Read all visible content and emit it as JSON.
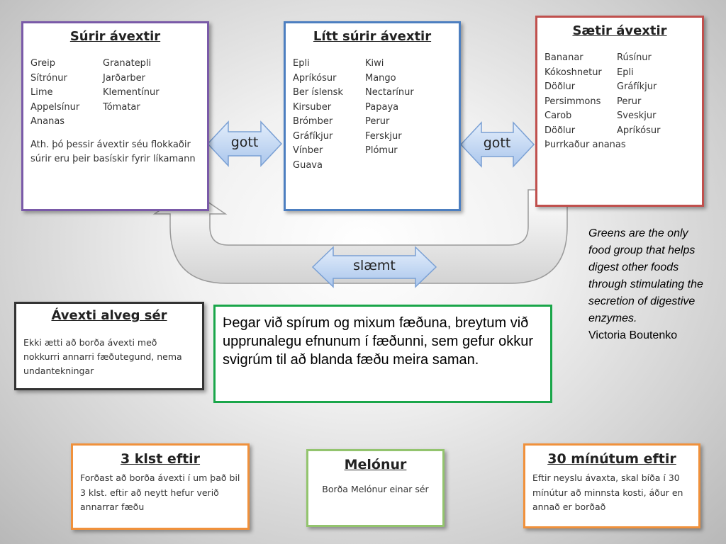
{
  "sour": {
    "title": "Súrir ávextir",
    "col1": [
      "Greip",
      "Sítrónur",
      "Lime",
      "Appelsínur",
      "Ananas"
    ],
    "col2": [
      "Granatepli",
      "Jarðarber",
      "Klementínur",
      "Tómatar"
    ],
    "note": "Ath. þó þessir ávextir séu flokkaðir súrir eru þeir basískir fyrir líkamann"
  },
  "mild": {
    "title": "Lítt súrir ávextir",
    "col1": [
      "Epli",
      "Apríkósur",
      "Ber íslensk",
      "Kirsuber",
      "Brómber",
      "Gráfíkjur",
      "Vínber",
      "Guava"
    ],
    "col2": [
      "Kiwi",
      "Mango",
      "Nectarínur",
      "Papaya",
      "Perur",
      "Ferskjur",
      "Plómur"
    ]
  },
  "sweet": {
    "title": "Sætir ávextir",
    "col1": [
      "Bananar",
      "Kókoshnetur",
      "Döðlur",
      "Persimmons",
      "Carob",
      "Döðlur"
    ],
    "col2": [
      "Rúsínur",
      "Epli",
      "Gráfíkjur",
      "Perur",
      "Sveskjur",
      "Apríkósur"
    ],
    "last": "Þurrkaður ananas"
  },
  "arrows": {
    "left_label": "gott",
    "right_label": "gott",
    "bottom_label": "slæmt"
  },
  "alone": {
    "title": "Ávexti alveg sér",
    "text": "Ekki ætti að borða ávexti með nokkurri annarri fæðutegund, nema undantekningar"
  },
  "center": {
    "text": "Þegar við spírum og mixum fæðuna, breytum við upprunalegu efnunum í fæðunni, sem gefur okkur svigrúm til að blanda fæðu meira saman."
  },
  "quote": {
    "text": "Greens are the only food group that helps digest other foods through stimulating the secretion of digestive enzymes.",
    "author": "Victoria Boutenko"
  },
  "three_hours": {
    "title": "3 klst eftir",
    "text": "Forðast að borða ávexti í um það bil 3 klst. eftir að neytt hefur verið annarrar fæðu"
  },
  "melon": {
    "title": "Melónur",
    "text": "Borða Melónur einar sér"
  },
  "thirty_min": {
    "title": "30 mínútum eftir",
    "text": "Eftir neyslu ávaxta, skal bíða í 30 mínútur að minnsta kosti, áður en annað er borðað"
  },
  "colors": {
    "sour_border": "#7a5aa8",
    "mild_border": "#4d7fc0",
    "sweet_border": "#c0504d",
    "center_border": "#1aa64a",
    "orange_border": "#f0913c",
    "melon_border": "#93c46e",
    "arrow_fill": "#c6dbf3"
  }
}
